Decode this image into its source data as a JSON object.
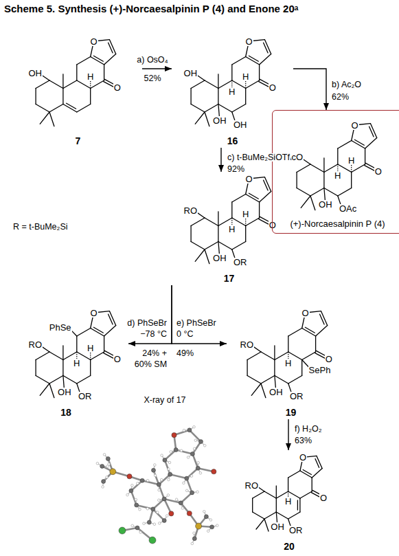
{
  "diagram": {
    "title": "Scheme 5. Synthesis (+)-Norcaesalpinin P (4) and Enone 20ᵃ",
    "nodes": [
      {
        "text": [
          "7"
        ]
      },
      {
        "text": [
          "16"
        ]
      },
      {
        "text": [
          "(+)-Norcaesalpinin P (4)"
        ]
      },
      {
        "text": [
          "17"
        ]
      },
      {
        "text": [
          "18"
        ]
      },
      {
        "text": [
          "19"
        ]
      },
      {
        "text": [
          "20"
        ]
      }
    ],
    "edges": [
      {
        "from": 0,
        "to": 1,
        "arrow": "to",
        "label": "a) OsO₄"
      },
      {
        "from": 1,
        "to": 2,
        "arrow": "to",
        "label": "b) Ac₂O"
      },
      {
        "from": 1,
        "to": 3,
        "arrow": "to",
        "label": "c) t-BuMe₂SiOTf"
      },
      {
        "from": 3,
        "to": 4,
        "arrow": "to",
        "label": "d) PhSeBr"
      },
      {
        "from": 3,
        "to": 5,
        "arrow": "to",
        "label": "e) PhSeBr"
      },
      {
        "from": 5,
        "to": 6,
        "arrow": "to",
        "label": "f) H₂O₂"
      }
    ],
    "labels": [
      "OH",
      "H",
      "O",
      "O",
      "OH",
      "H",
      "H",
      "O",
      "O",
      "OH",
      "OH",
      "AcO",
      "H",
      "H",
      "O",
      "O",
      "OH",
      "OAc",
      "RO",
      "H",
      "H",
      "O",
      "O",
      "OH",
      "OR",
      "PhSe",
      "RO",
      "H",
      "H",
      "O",
      "O",
      "OH",
      "OR",
      "RO",
      "H",
      "O",
      "O",
      "SePh",
      "OH",
      "OR",
      "RO",
      "H",
      "O",
      "O",
      "OH",
      "OR",
      "52%",
      "62%",
      "92%",
      "R = t-BuMe₂Si",
      "−78 °C",
      "24% +",
      "60% SM",
      "0 °C",
      "49%",
      "X-ray of 17",
      "63%"
    ]
  }
}
